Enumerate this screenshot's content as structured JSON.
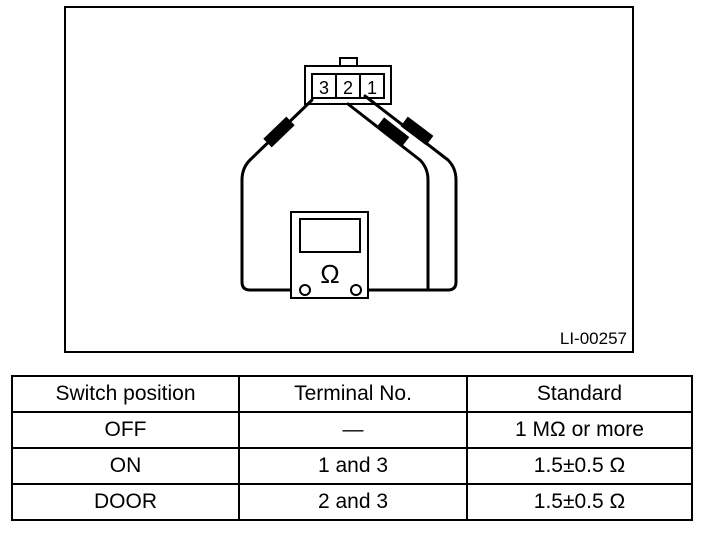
{
  "figure": {
    "code": "LI-00257",
    "connector_pins": [
      "3",
      "2",
      "1"
    ],
    "meter_symbol": "Ω"
  },
  "table": {
    "headers": [
      "Switch position",
      "Terminal No.",
      "Standard"
    ],
    "rows": [
      [
        "OFF",
        "—",
        "1 MΩ or more"
      ],
      [
        "ON",
        "1 and 3",
        "1.5±0.5 Ω"
      ],
      [
        "DOOR",
        "2 and 3",
        "1.5±0.5 Ω"
      ]
    ]
  }
}
